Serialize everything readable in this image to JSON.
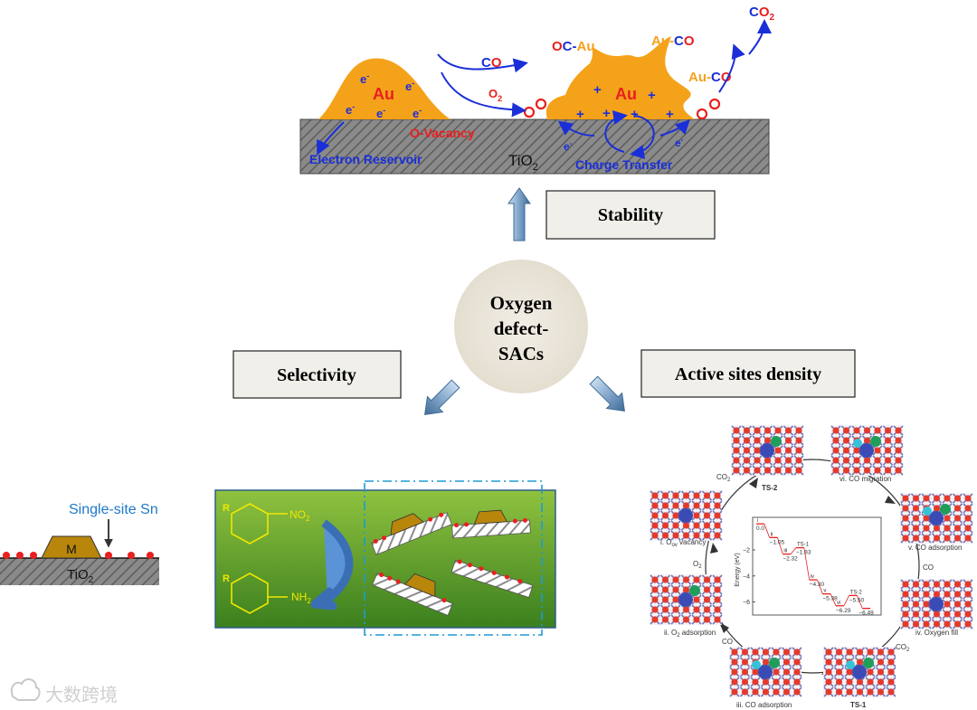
{
  "center": {
    "line1": "Oxygen",
    "line2": "defect-",
    "line3": "SACs"
  },
  "boxes": {
    "stability": "Stability",
    "selectivity": "Selectivity",
    "active": "Active sites density"
  },
  "top_panel": {
    "au_left": "Au",
    "au_right": "Au",
    "electron": "e",
    "minus": "-",
    "plus": "+",
    "co": "CO",
    "o2": "O",
    "o2_sub": "2",
    "oc_au": "OC-Au",
    "au_co_top": "Au-CO",
    "au_co_right": "Au-CO",
    "co2": "CO",
    "co2_sub": "2",
    "o_vacancy": "O-Vacancy",
    "electron_reservoir": "Electron Reservoir",
    "tio2": "TiO",
    "tio2_sub": "2",
    "charge_transfer": "Charge Transfer"
  },
  "left_panel": {
    "single_site": "Single-site Sn",
    "m": "M",
    "tio2": "TiO",
    "tio2_sub": "2"
  },
  "mid_panel": {
    "r1": "R",
    "no2": "NO",
    "no2_sub": "2",
    "r2": "R",
    "nh2": "NH",
    "nh2_sub": "2"
  },
  "right_panel": {
    "steps": [
      "i. O",
      "ov",
      " vacancy",
      "ii. O",
      "2",
      " adsorption",
      "iii. CO adsorption",
      "iv. Oxygen fill",
      "v. CO adsorption",
      "vi. CO migration"
    ],
    "ts1": "TS-1",
    "ts2": "TS-2",
    "co2_label": "CO",
    "co2_sub": "2",
    "co_label": "CO",
    "o2_label": "O",
    "o2_sub": "2",
    "energy_axis": "Energy (eV)"
  },
  "chart_data": {
    "type": "line",
    "title": "",
    "xlabel": "",
    "ylabel": "Energy (eV)",
    "ylim": [
      -7,
      0.5
    ],
    "yticks": [
      -2,
      -4,
      -6
    ],
    "x": [
      "i",
      "ii",
      "iii",
      "TS-1",
      "iv",
      "v",
      "vi",
      "TS-2"
    ],
    "values": [
      0.0,
      -1.05,
      -2.32,
      -1.83,
      -4.3,
      -5.38,
      -6.29,
      -5.5
    ],
    "final_value": -6.49,
    "value_labels": [
      "0.0",
      "−1.05",
      "−2.32",
      "−1.83",
      "−4.30",
      "−5.38",
      "−6.29",
      "−5.50",
      "−6.49"
    ],
    "step_labels": [
      "i",
      "ii",
      "iii",
      "TS-1",
      "iv",
      "v",
      "vi",
      "TS-2"
    ]
  },
  "watermark": "大数跨境",
  "colors": {
    "au": "#f5a21b",
    "red": "#e8201e",
    "blue": "#1a2fd8",
    "substrate": "#8f8f8f",
    "green_top": "#8fc23f",
    "green_bottom": "#3b7f1e",
    "center_circle": "#ebe6da"
  }
}
